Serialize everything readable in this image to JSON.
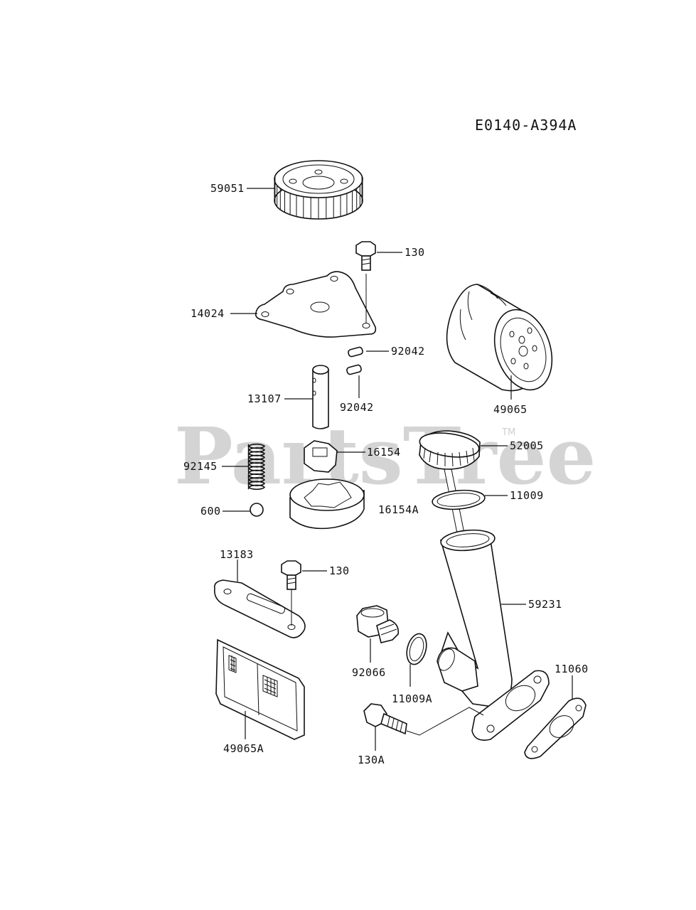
{
  "diagram_code": "E0140-A394A",
  "watermark": {
    "text": "PartsTree",
    "tm": "TM"
  },
  "labels": {
    "p59051": "59051",
    "p130_top": "130",
    "p14024": "14024",
    "p92042_a": "92042",
    "p92042_b": "92042",
    "p13107": "13107",
    "p49065": "49065",
    "p52005": "52005",
    "p16154": "16154",
    "p92145": "92145",
    "p11009": "11009",
    "p600": "600",
    "p16154A": "16154A",
    "p13183": "13183",
    "p130_mid": "130",
    "p59231": "59231",
    "p92066": "92066",
    "p11060": "11060",
    "p11009A": "11009A",
    "p49065A": "49065A",
    "p130A": "130A"
  }
}
